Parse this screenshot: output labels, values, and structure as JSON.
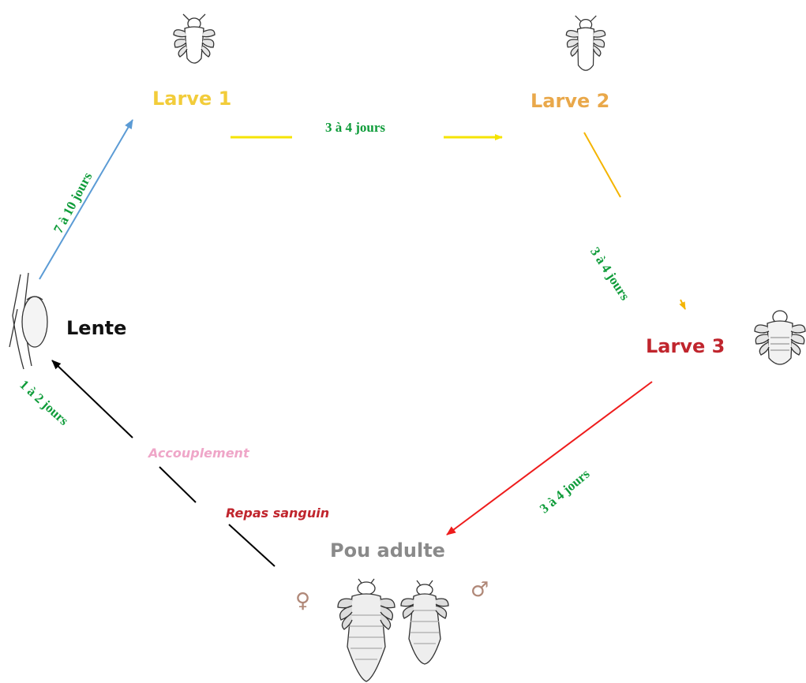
{
  "colors": {
    "larve1": "#f2cc3a",
    "larve2": "#e9a84a",
    "larve3": "#c0252d",
    "lente": "#111111",
    "pou": "#8a8a8a",
    "duration": "#0f9c3a",
    "accouplement": "#efa6c8",
    "repas": "#c0252d",
    "symbols": "#b08878",
    "arrow_l1l2": "#f5e400",
    "arrow_l2l3": "#f4b400",
    "arrow_l3pou": "#ee1c1c",
    "arrow_lentel1": "#5b9bd5",
    "arrow_poulente": "#000000"
  },
  "stages": {
    "larve1": "Larve 1",
    "larve2": "Larve 2",
    "larve3": "Larve 3",
    "lente": "Lente",
    "pou": "Pou adulte"
  },
  "durations": {
    "l1_l2": "3 à 4 jours",
    "l2_l3": "3 à 4 jours",
    "l3_pou": "3 à 4 jours",
    "lente_l1": "7 à 10 jours",
    "pou_lente": "1 à 2 jours"
  },
  "notes": {
    "accouplement": "Accouplement",
    "repas": "Repas sanguin"
  },
  "symbols": {
    "female": "♀",
    "male": "♂"
  },
  "icons": [
    "louse-larva-icon",
    "nit-icon",
    "adult-louse-female-icon",
    "adult-louse-male-icon"
  ]
}
